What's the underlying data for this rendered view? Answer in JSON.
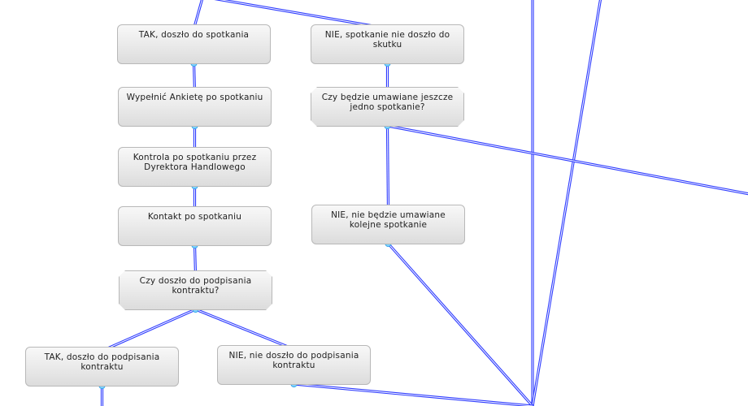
{
  "diagram": {
    "nodes": [
      {
        "id": "tak_spotkanie",
        "label": "TAK, doszło do spotkania",
        "kind": "step"
      },
      {
        "id": "nie_spotkanie",
        "label": "NIE, spotkanie nie doszło do skutku",
        "kind": "step"
      },
      {
        "id": "ankieta",
        "label": "Wypełnić Ankietę po spotkaniu",
        "kind": "step"
      },
      {
        "id": "czy_kolejne",
        "label": "Czy będzie umawiane jeszcze jedno spotkanie?",
        "kind": "decision"
      },
      {
        "id": "kontrola",
        "label": "Kontrola po spotkaniu przez Dyrektora Handlowego",
        "kind": "step"
      },
      {
        "id": "kontakt",
        "label": "Kontakt po spotkaniu",
        "kind": "step"
      },
      {
        "id": "nie_kolejne",
        "label": "NIE, nie będzie umawiane kolejne spotkanie",
        "kind": "step"
      },
      {
        "id": "czy_kontrakt",
        "label": "Czy doszło do podpisania kontraktu?",
        "kind": "decision"
      },
      {
        "id": "tak_kontrakt",
        "label": "TAK, doszło do podpisania kontraktu",
        "kind": "step"
      },
      {
        "id": "nie_kontrakt",
        "label": "NIE, nie doszło do podpisania kontraktu",
        "kind": "step"
      }
    ],
    "edges": [
      [
        "tak_spotkanie",
        "ankieta"
      ],
      [
        "ankieta",
        "kontrola"
      ],
      [
        "kontrola",
        "kontakt"
      ],
      [
        "kontakt",
        "czy_kontrakt"
      ],
      [
        "czy_kontrakt",
        "tak_kontrakt"
      ],
      [
        "czy_kontrakt",
        "nie_kontrakt"
      ],
      [
        "nie_spotkanie",
        "czy_kolejne"
      ],
      [
        "czy_kolejne",
        "nie_kolejne"
      ]
    ],
    "colors": {
      "connector": "#2d3bff",
      "connector_inner": "#ffffff",
      "port_fill": "#7fd3ff",
      "port_stroke": "#3aa6e8"
    }
  }
}
